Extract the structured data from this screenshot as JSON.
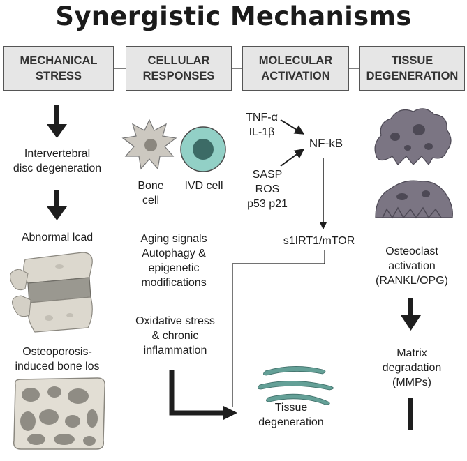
{
  "title": "Synergistic Mechanisms",
  "headers": [
    {
      "line1": "MECHANICAL",
      "line2": "STRESS"
    },
    {
      "line1": "CELLULAR",
      "line2": "RESPONSES"
    },
    {
      "line1": "MOLECULAR",
      "line2": "ACTIVATION"
    },
    {
      "line1": "TISSUE",
      "line2": "DEGENERATION"
    }
  ],
  "mechanical": {
    "disc_line1": "Intervertebral",
    "disc_line2": "disc degeneration",
    "load": "Abnormal lcad",
    "osteo_line1": "Osteoporosis-",
    "osteo_line2": "induced bone los"
  },
  "cellular": {
    "bone_line1": "Bone",
    "bone_line2": "cell",
    "ivd": "IVD cell",
    "aging_line1": "Aging signals",
    "aging_line2": "Autophagy &",
    "aging_line3": "epigenetic",
    "aging_line4": "modifications",
    "ox_line1": "Oxidative stress",
    "ox_line2": "& chronic",
    "ox_line3": "inflammation"
  },
  "molecular": {
    "tnf": "TNF-α",
    "il": "IL-1β",
    "nfkb": "NF-kB",
    "sasp": "SASP",
    "ros": "ROS",
    "p53": "p53  p21",
    "sirt": "s1IRT1/mTOR"
  },
  "tissue": {
    "osteoclast_line1": "Osteoclast",
    "osteoclast_line2": "activation",
    "osteoclast_line3": "(RANKL/OPG)",
    "matrix_line1": "Matrix",
    "matrix_line2": "degradation",
    "matrix_line3": "(MMPs)",
    "tissue_line1": "Tissue",
    "tissue_line2": "degeneration"
  },
  "colors": {
    "header_bg": "#e6e6e6",
    "arrow": "#1e1e1e",
    "bone_cell": "#c8c4bc",
    "ivd_cell": "#8fcfc4",
    "osteoclast": "#7d7785",
    "tissue_fiber": "#5f9890",
    "vertebra": "#d9d5cb"
  }
}
